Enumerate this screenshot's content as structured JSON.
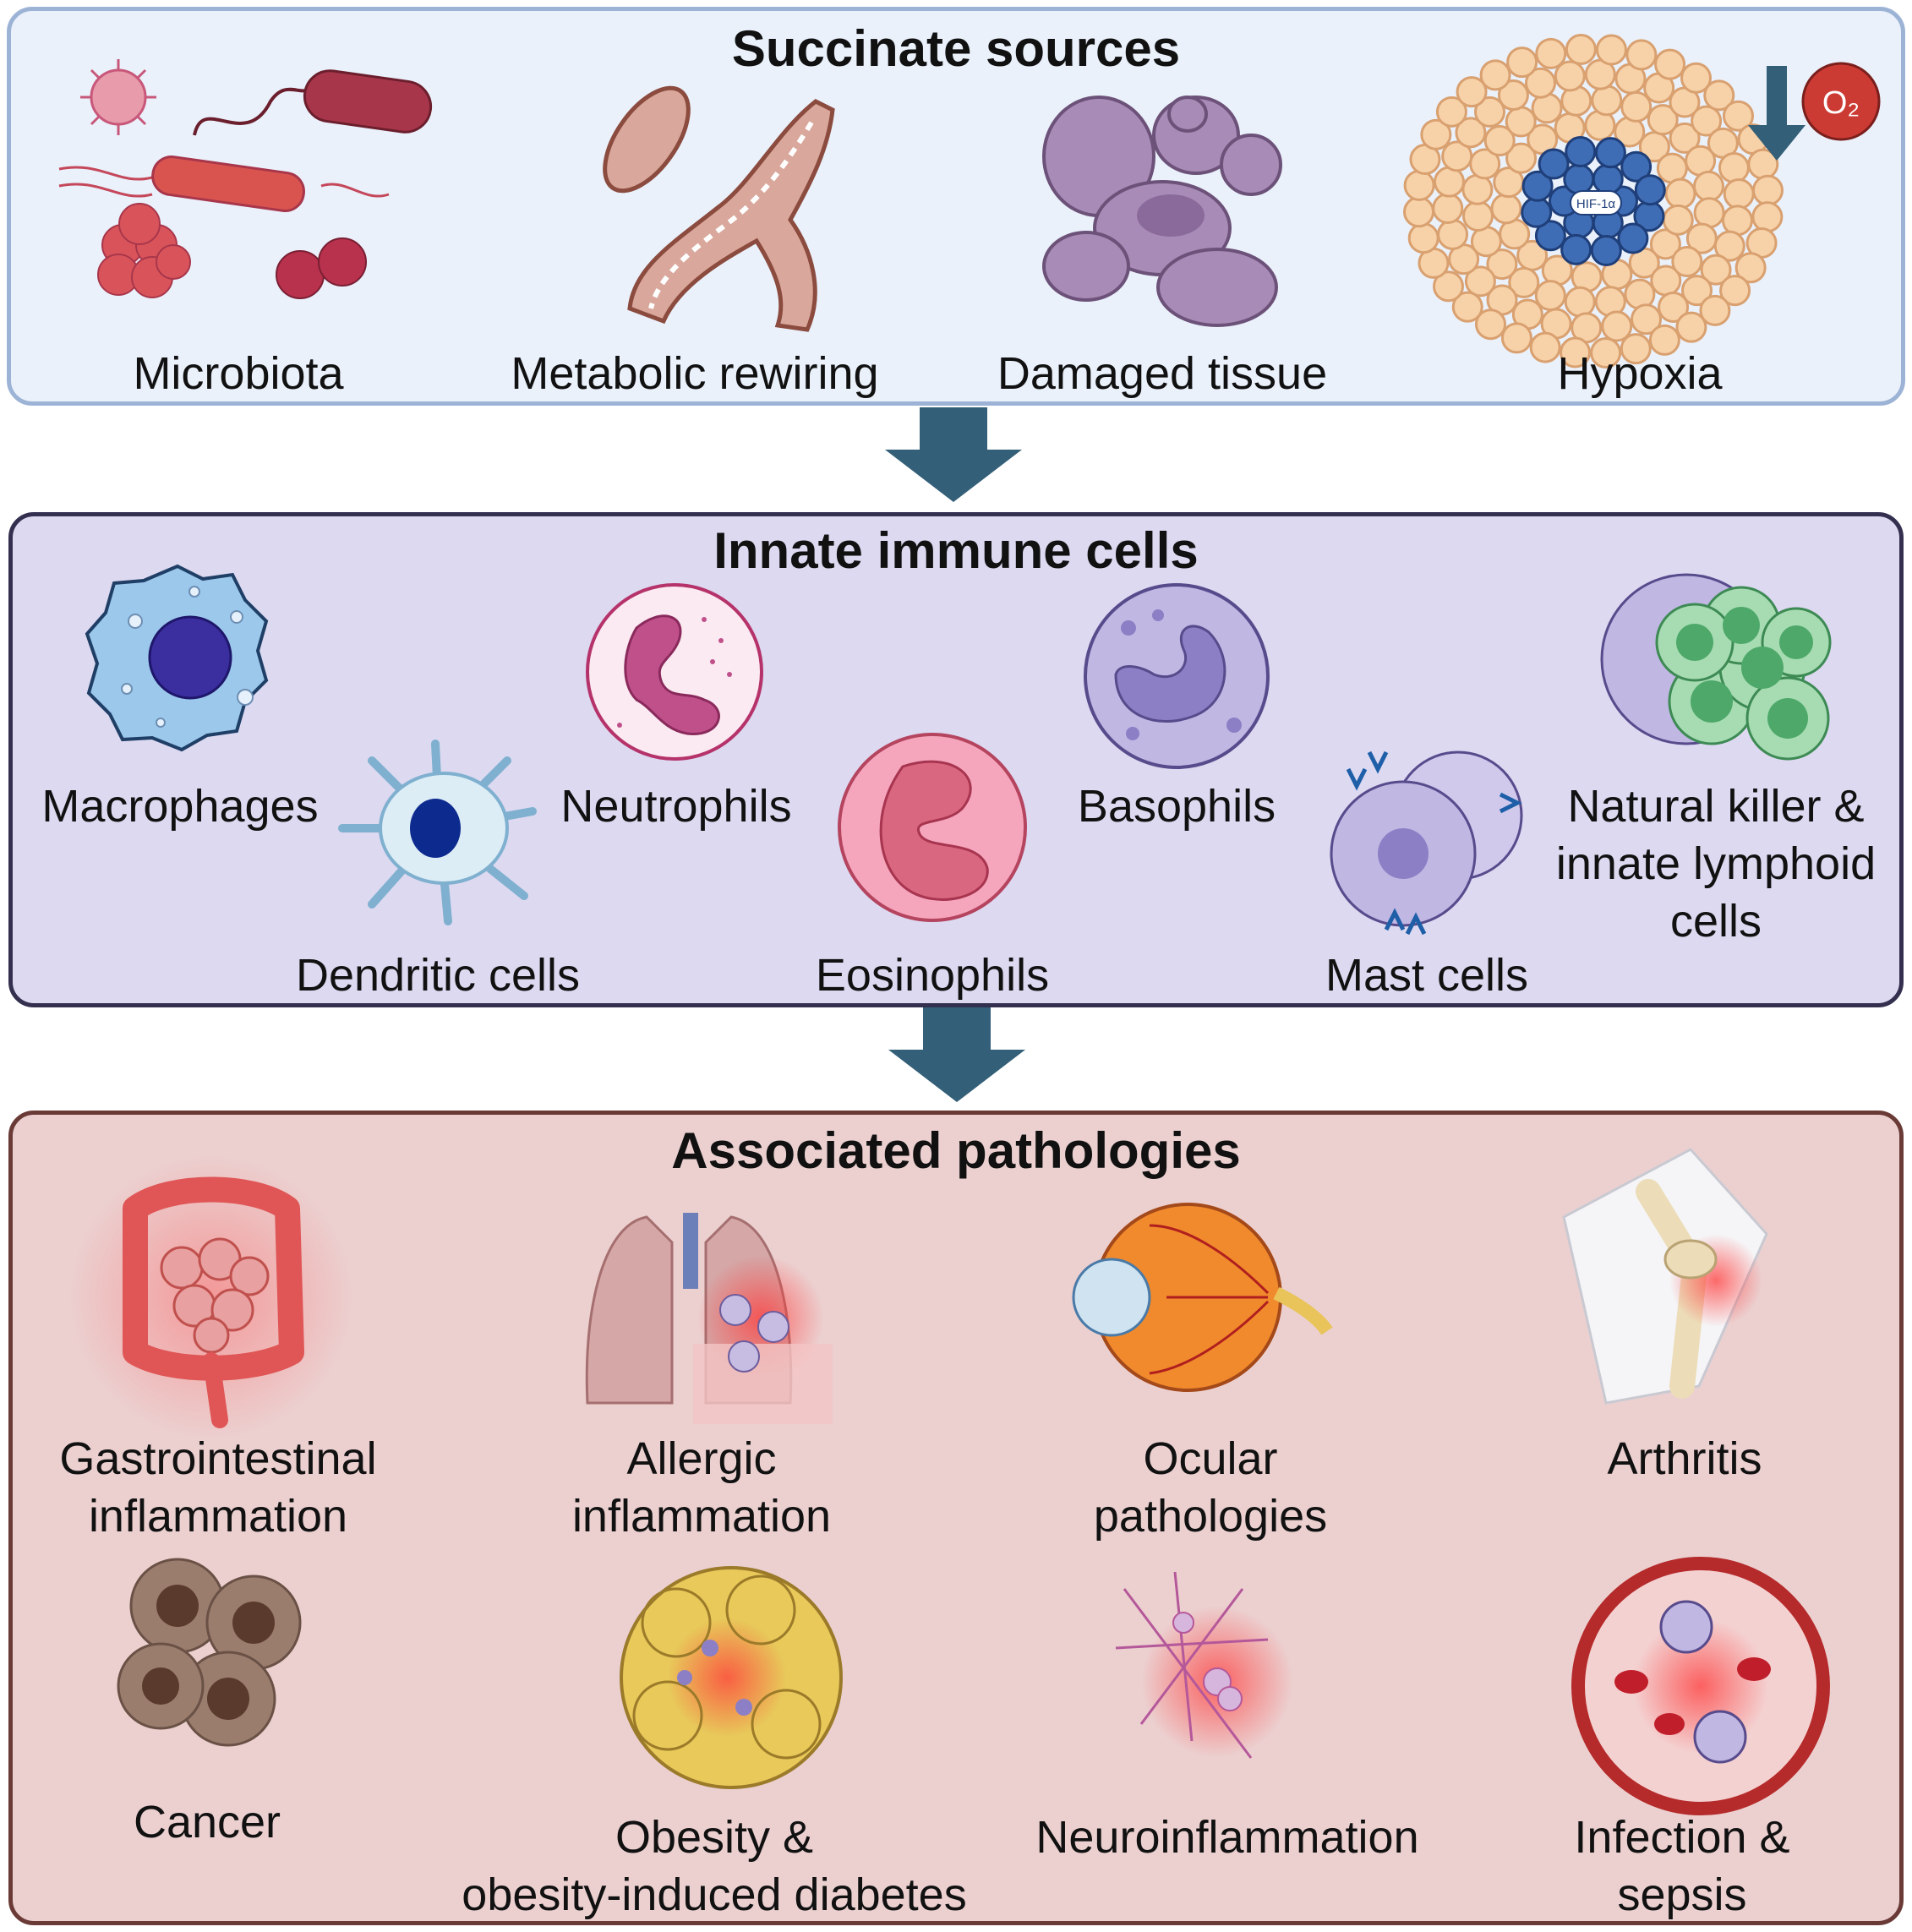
{
  "sources": {
    "title": "Succinate sources",
    "items": [
      "Microbiota",
      "Metabolic rewiring",
      "Damaged tissue",
      "Hypoxia"
    ],
    "hif_label": "HIF-1α",
    "o2_label": "O₂"
  },
  "cells": {
    "title": "Innate immune cells",
    "macrophages": "Macrophages",
    "dendritic": "Dendritic cells",
    "neutrophils": "Neutrophils",
    "eosinophils": "Eosinophils",
    "basophils": "Basophils",
    "mast": "Mast cells",
    "nk": [
      "Natural killer &",
      "innate lymphoid",
      "cells"
    ]
  },
  "pathologies": {
    "title": "Associated pathologies",
    "gi": [
      "Gastrointestinal",
      "inflammation"
    ],
    "allergic": [
      "Allergic",
      "inflammation"
    ],
    "ocular": [
      "Ocular",
      "pathologies"
    ],
    "arthritis": "Arthritis",
    "cancer": "Cancer",
    "obesity": [
      "Obesity &",
      "obesity-induced diabetes"
    ],
    "neuro": "Neuroinflammation",
    "infection": [
      "Infection &",
      "sepsis"
    ]
  },
  "colors": {
    "sources_bg": "#eaf1fb",
    "cells_bg": "#ddd9f1",
    "path_bg": "#ecd0d0",
    "arrow": "#335f78"
  }
}
